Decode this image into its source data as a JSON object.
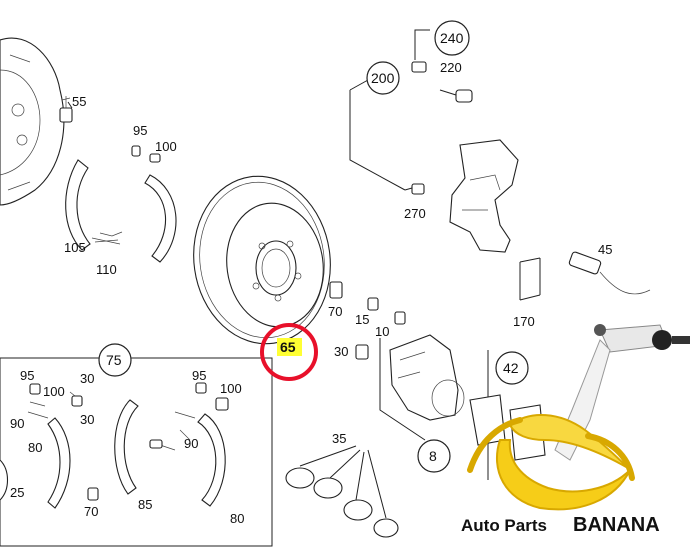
{
  "diagram": {
    "labels": {
      "p240": "240",
      "p220": "220",
      "p200": "200",
      "p270": "270",
      "p45": "45",
      "p170": "170",
      "p55": "55",
      "p95a": "95",
      "p100a": "100",
      "p105": "105",
      "p110": "110",
      "p70a": "70",
      "p15": "15",
      "p10": "10",
      "p30a": "30",
      "p42": "42",
      "p8": "8",
      "p35": "35",
      "p75": "75",
      "p95b": "95",
      "p100b": "100",
      "p30b": "30",
      "p90a": "90",
      "p30c": "30",
      "p80a": "80",
      "p25": "25",
      "p70b": "70",
      "p95c": "95",
      "p100c": "100",
      "p90b": "90",
      "p85": "85",
      "p80b": "80"
    },
    "highlight": {
      "label": "65",
      "fill": "#ffff33",
      "ring": "#e8102a"
    }
  },
  "watermark": {
    "text_a": "Auto Parts",
    "text_b": "BANANA",
    "color": "#d8a800"
  }
}
